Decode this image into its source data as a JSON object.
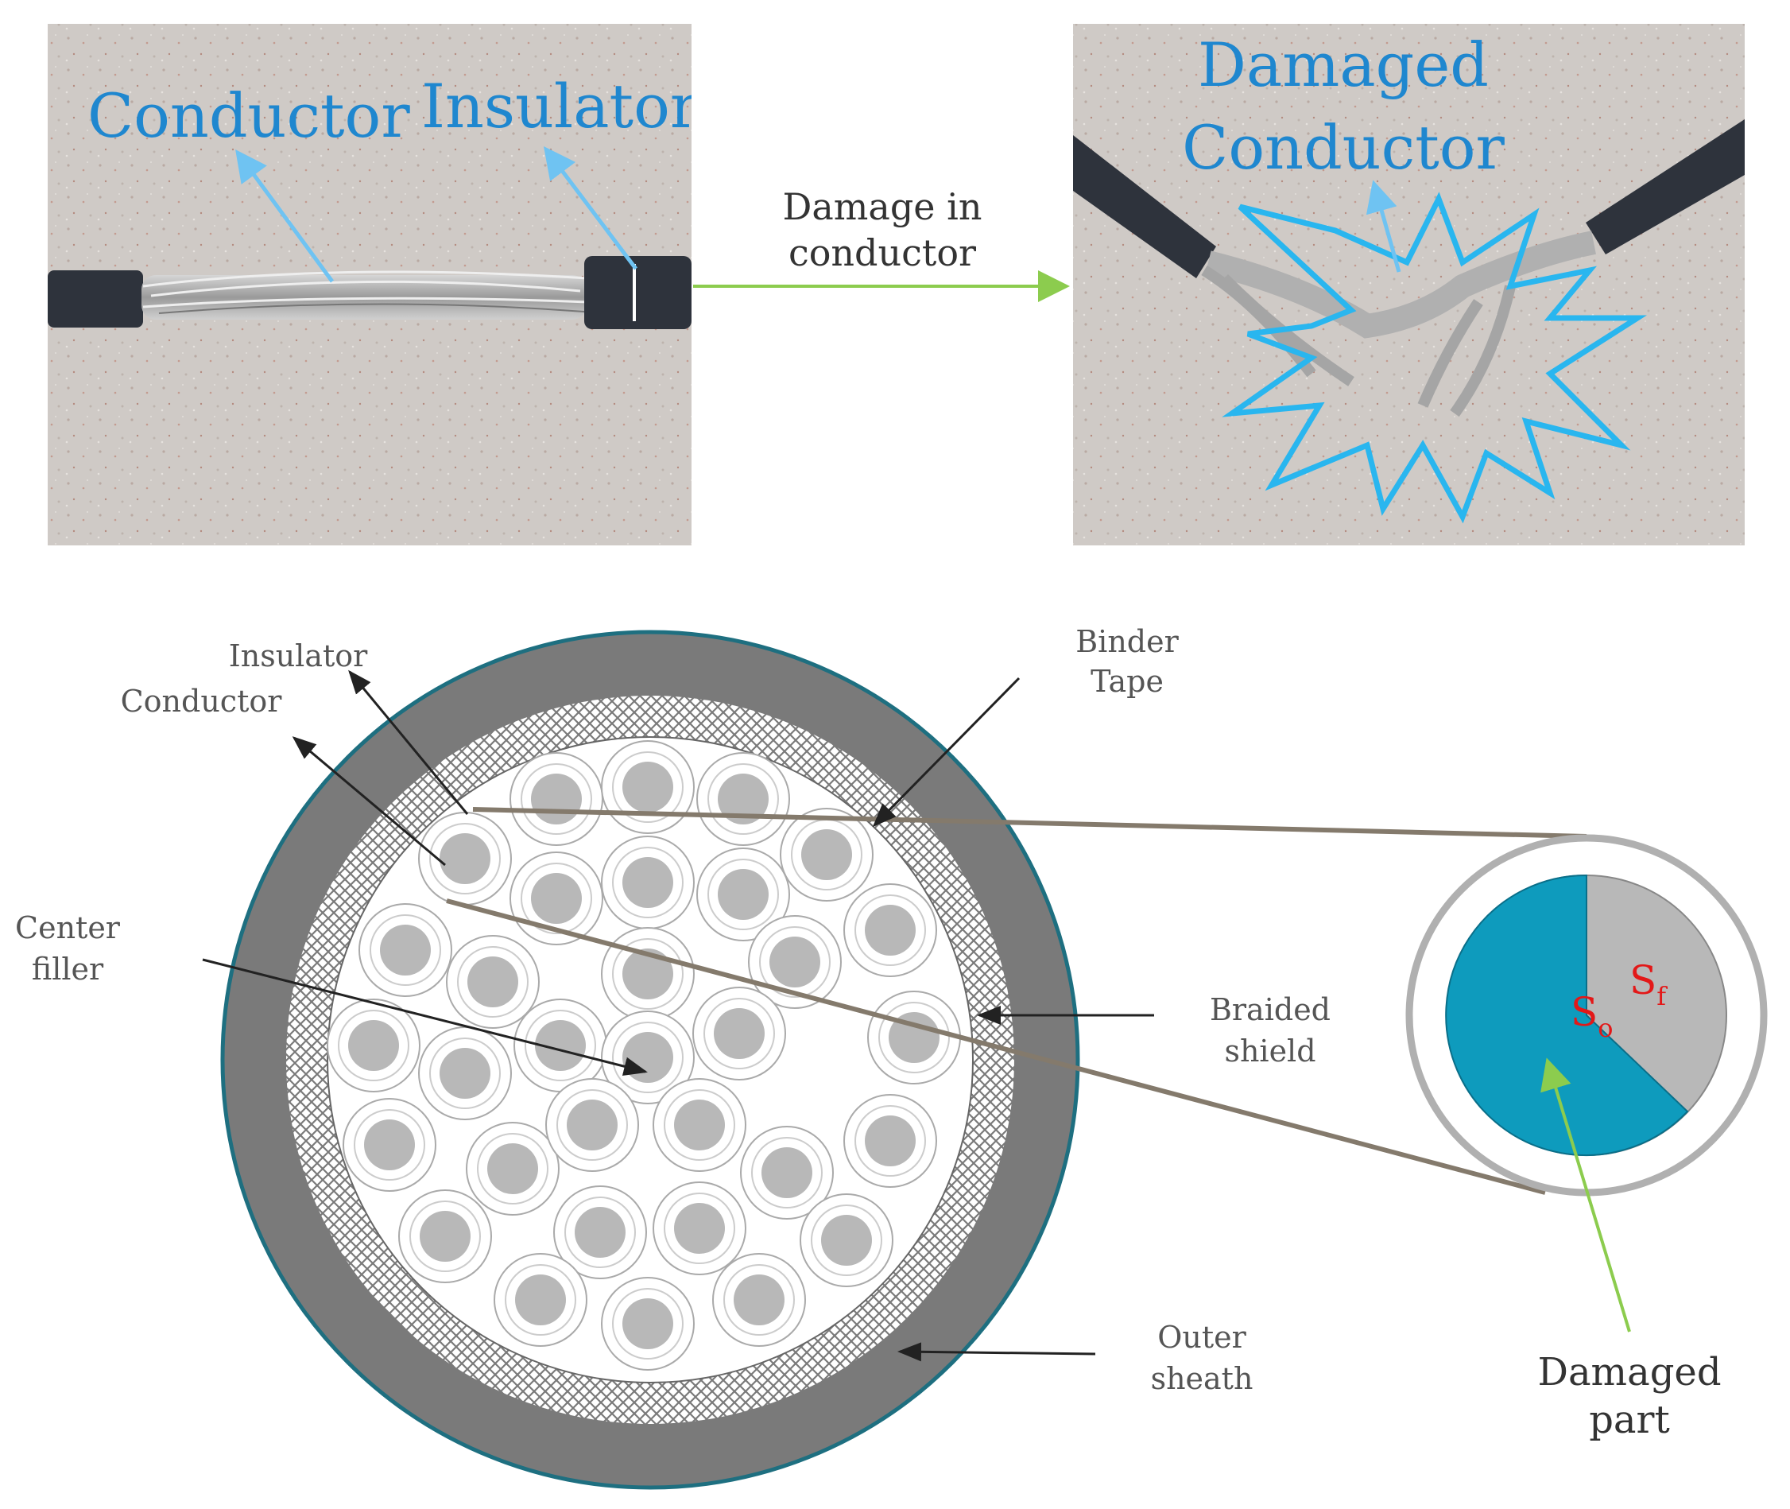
{
  "photos": {
    "intact": {
      "conductor_label": "Conductor",
      "insulator_label": "Insulator"
    },
    "damaged": {
      "line1": "Damaged",
      "line2": "Conductor"
    }
  },
  "transition": {
    "line1": "Damage in",
    "line2": "conductor"
  },
  "cross_section": {
    "insulator": "Insulator",
    "conductor": "Conductor",
    "binder_tape": {
      "line1": "Binder",
      "line2": "Tape"
    },
    "center_filler": {
      "line1": "Center",
      "line2": "filler"
    },
    "braided_shield": {
      "line1": "Braided",
      "line2": "shield"
    },
    "outer_sheath": {
      "line1": "Outer",
      "line2": "sheath"
    }
  },
  "detail": {
    "so": "S",
    "so_sub": "o",
    "sf": "S",
    "sf_sub": "f",
    "damaged_part": {
      "line1": "Damaged",
      "line2": "part"
    }
  },
  "colors": {
    "label_blue": "#1f87cf",
    "arrow_green": "#8ccc4e",
    "sheath_gray": "#7a7a7a",
    "sheath_edge": "#1e6f80",
    "conductor_gray": "#b8b8b8",
    "damaged_teal": "#0e9bbd",
    "symbol_red": "#e31818"
  }
}
